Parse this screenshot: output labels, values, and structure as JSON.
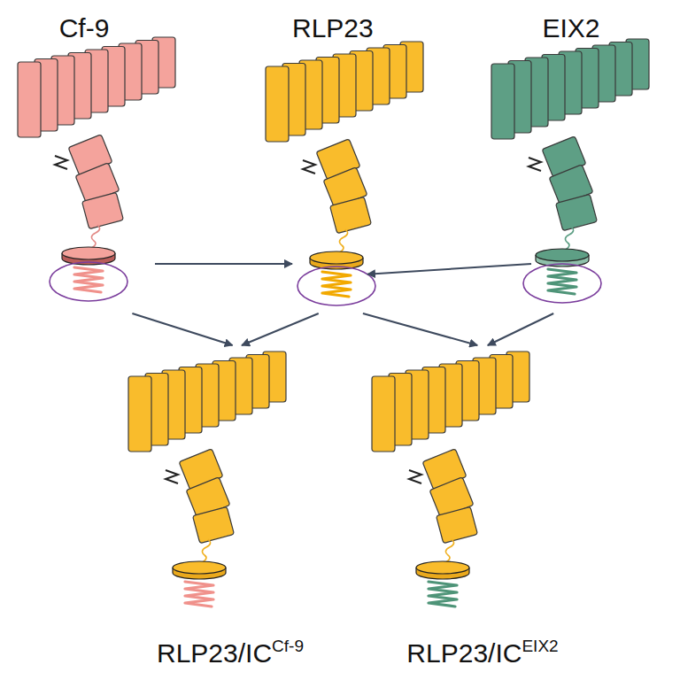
{
  "diagram": {
    "nodes": [
      {
        "text": [
          "Cf-9"
        ]
      },
      {
        "text": [
          "RLP23"
        ]
      },
      {
        "text": [
          "EIX2"
        ]
      },
      {
        "text": [
          "RLP23/IC",
          "Cf-9"
        ]
      },
      {
        "text": [
          "RLP23/IC",
          "EIX2"
        ]
      }
    ],
    "edges": [
      {
        "from": 0,
        "to": 1,
        "arrow": "to"
      },
      {
        "from": 2,
        "to": 1,
        "arrow": "to"
      },
      {
        "from": 0,
        "to": 3,
        "arrow": "to"
      },
      {
        "from": 1,
        "to": 3,
        "arrow": "to"
      },
      {
        "from": 1,
        "to": 4,
        "arrow": "to"
      },
      {
        "from": 2,
        "to": 4,
        "arrow": "to"
      }
    ]
  }
}
